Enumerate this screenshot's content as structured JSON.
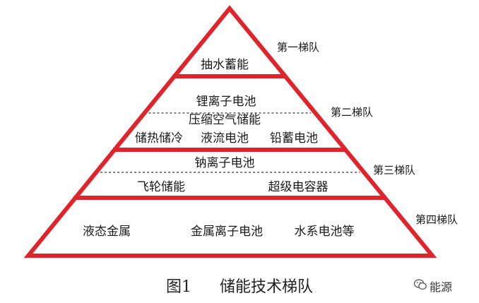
{
  "colors": {
    "pyramid": "#e0242c",
    "text": "#1a1a1a",
    "divider": "#333333"
  },
  "tiers": [
    {
      "label": "第一梯队",
      "techs": [
        [
          "抽水蓄能"
        ]
      ]
    },
    {
      "label": "第二梯队",
      "techs": [
        [
          "锂离子电池"
        ],
        [
          "压缩空气储能"
        ],
        [
          "储热储冷",
          "液流电池",
          "铅蓄电池"
        ]
      ]
    },
    {
      "label": "第三梯队",
      "techs": [
        [
          "钠离子电池"
        ],
        [
          "飞轮储能",
          "超级电容器"
        ]
      ]
    },
    {
      "label": "第四梯队",
      "techs": [
        [
          "液态金属",
          "金属离子电池",
          "水系电池等"
        ]
      ]
    }
  ],
  "caption": {
    "figure": "图1",
    "title": "储能技术梯队"
  },
  "watermark": {
    "text": "能源",
    "icon": "wechat-icon"
  }
}
